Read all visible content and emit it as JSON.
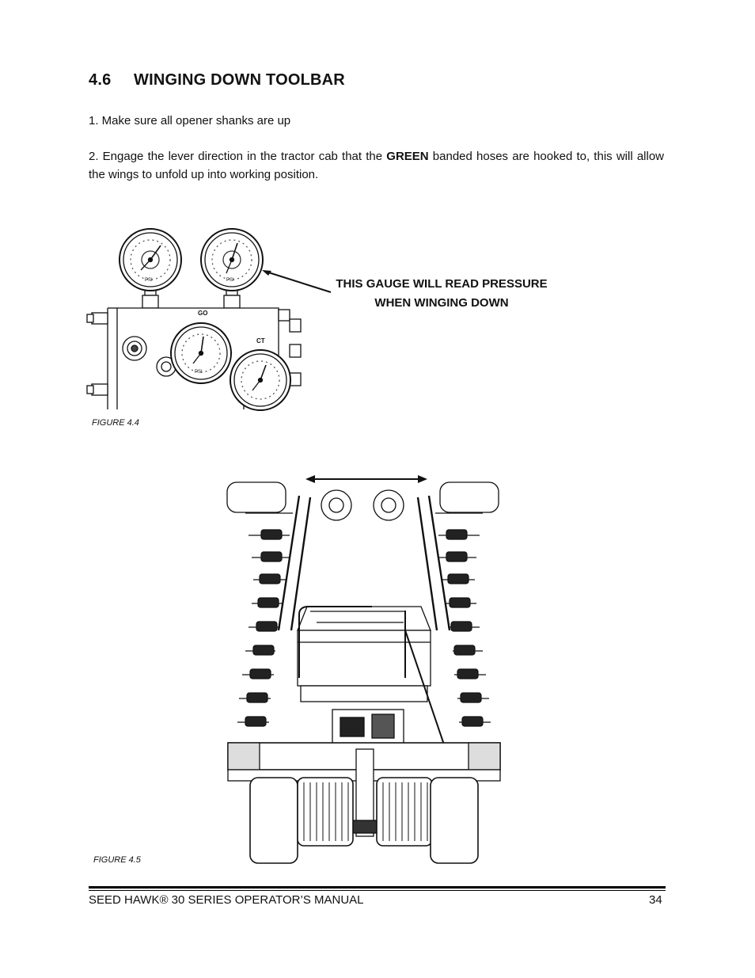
{
  "section": {
    "number": "4.6",
    "title": "WINGING DOWN TOOLBAR"
  },
  "steps": [
    {
      "text": "1.  Make sure all opener shanks are up"
    },
    {
      "prefix": "2.  Engage the lever direction in the tractor cab that the ",
      "bold": "GREEN",
      "suffix": " banded hoses are hooked to, this will allow the wings to unfold up into working position."
    }
  ],
  "figure_4_4": {
    "callout_line1": "THIS GAUGE WILL READ PRESSURE",
    "callout_line2": "WHEN WINGING DOWN",
    "caption": "FIGURE 4.4",
    "gauge_labels": {
      "middle": "GO",
      "right": "CT",
      "unit": "PSI"
    }
  },
  "figure_4_5": {
    "caption": "FIGURE 4.5"
  },
  "footer": {
    "left": "SEED HAWK® 30 SERIES OPERATOR’S MANUAL",
    "page_number": "34"
  }
}
